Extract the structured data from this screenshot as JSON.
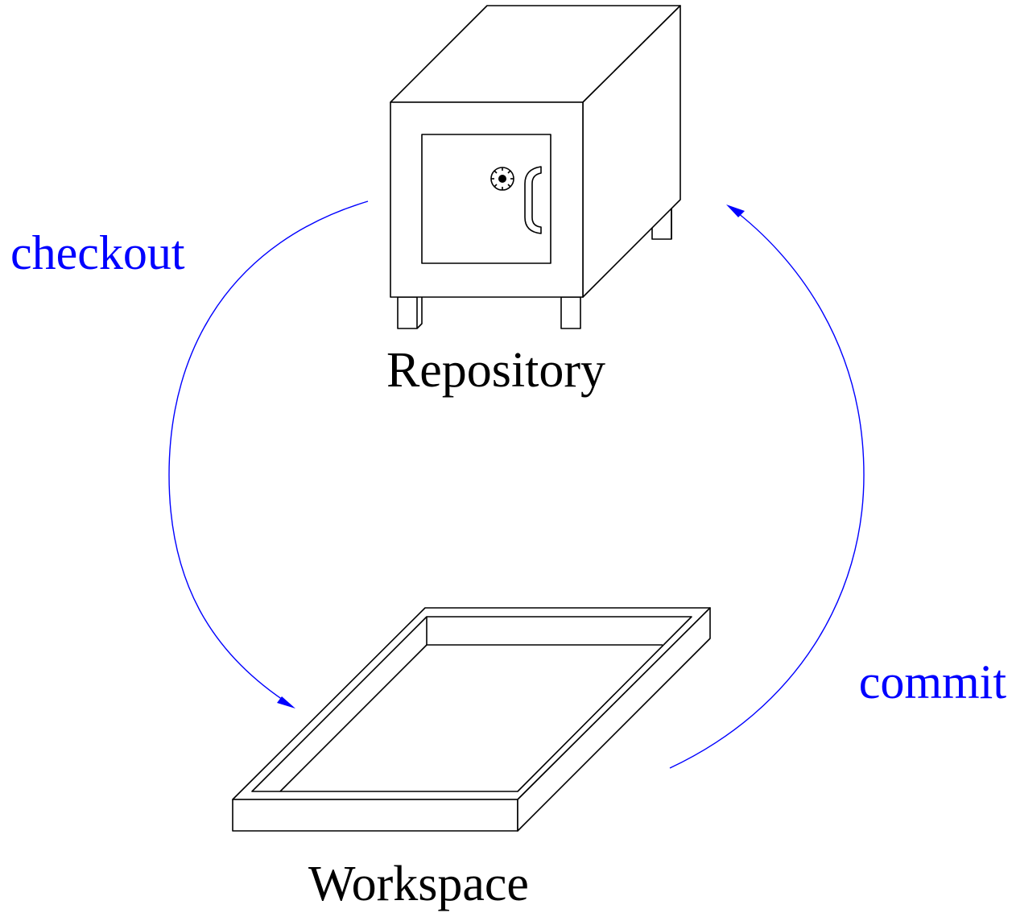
{
  "diagram": {
    "nodes": {
      "repository": {
        "label": "Repository"
      },
      "workspace": {
        "label": "Workspace"
      }
    },
    "edges": {
      "checkout": {
        "label": "checkout",
        "from": "Repository",
        "to": "Workspace"
      },
      "commit": {
        "label": "commit",
        "from": "Workspace",
        "to": "Repository"
      }
    },
    "colors": {
      "edge": "#0000ff",
      "node_outline": "#000000",
      "background": "#ffffff"
    },
    "icons": {
      "repository": "safe-icon",
      "workspace": "tray-icon"
    }
  }
}
